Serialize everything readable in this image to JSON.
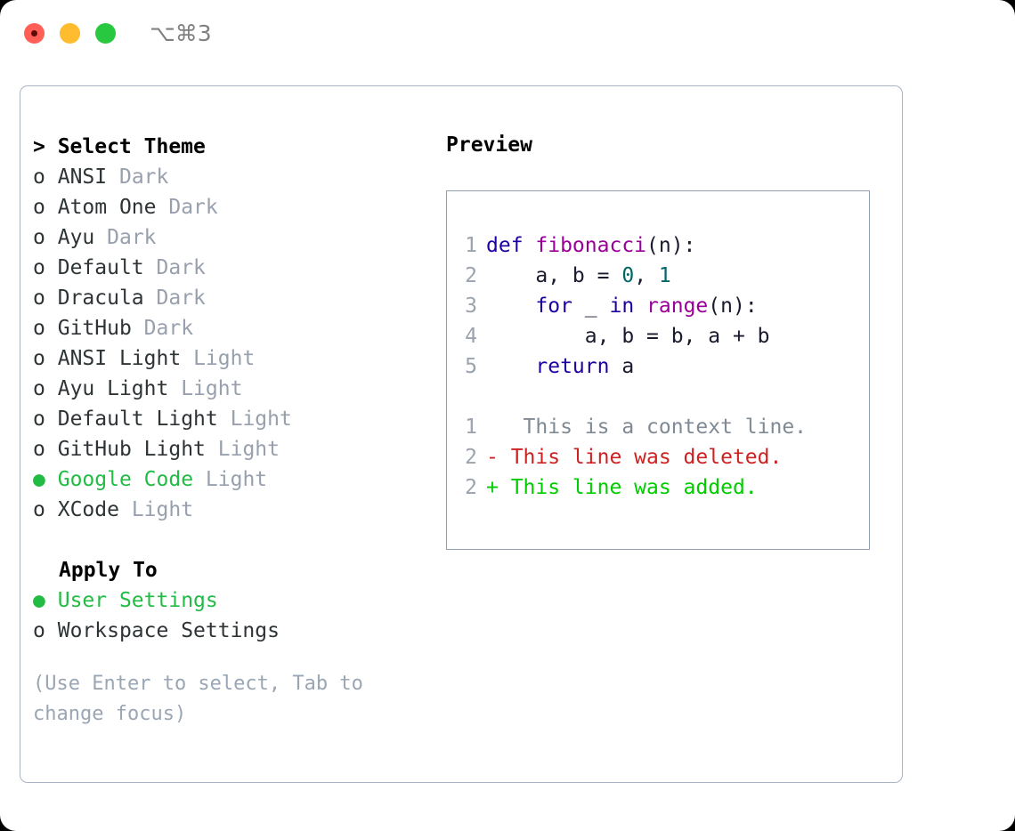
{
  "titlebar": {
    "lights": [
      {
        "name": "close-button",
        "color": "#ff5f57"
      },
      {
        "name": "minimize-button",
        "color": "#febc2e"
      },
      {
        "name": "zoom-button",
        "color": "#28c840"
      }
    ],
    "shortcut": "⌥⌘3"
  },
  "theme_picker": {
    "prompt": "> Select Theme",
    "marker_unselected": "o",
    "marker_selected": "●",
    "options": [
      {
        "label": "ANSI",
        "tag": "Dark",
        "selected": false
      },
      {
        "label": "Atom One",
        "tag": "Dark",
        "selected": false
      },
      {
        "label": "Ayu",
        "tag": "Dark",
        "selected": false
      },
      {
        "label": "Default",
        "tag": "Dark",
        "selected": false
      },
      {
        "label": "Dracula",
        "tag": "Dark",
        "selected": false
      },
      {
        "label": "GitHub",
        "tag": "Dark",
        "selected": false
      },
      {
        "label": "ANSI Light",
        "tag": "Light",
        "selected": false
      },
      {
        "label": "Ayu Light",
        "tag": "Light",
        "selected": false
      },
      {
        "label": "Default Light",
        "tag": "Light",
        "selected": false
      },
      {
        "label": "GitHub Light",
        "tag": "Light",
        "selected": false
      },
      {
        "label": "Google Code",
        "tag": "Light",
        "selected": true
      },
      {
        "label": "XCode",
        "tag": "Light",
        "selected": false
      }
    ]
  },
  "apply_to": {
    "header": "Apply To",
    "options": [
      {
        "label": "User Settings",
        "selected": true
      },
      {
        "label": "Workspace Settings",
        "selected": false
      }
    ]
  },
  "hint": "(Use Enter to select, Tab to change focus)",
  "preview": {
    "title": "Preview",
    "code_lines": [
      {
        "num": "1",
        "tokens": [
          {
            "t": "def ",
            "c": "kw"
          },
          {
            "t": "fibonacci",
            "c": "fn"
          },
          {
            "t": "(n):",
            "c": "pun"
          }
        ]
      },
      {
        "num": "2",
        "tokens": [
          {
            "t": "    a, b = ",
            "c": "pln"
          },
          {
            "t": "0",
            "c": "num"
          },
          {
            "t": ", ",
            "c": "pun"
          },
          {
            "t": "1",
            "c": "num"
          }
        ]
      },
      {
        "num": "3",
        "tokens": [
          {
            "t": "    ",
            "c": "pln"
          },
          {
            "t": "for",
            "c": "kw"
          },
          {
            "t": " _ ",
            "c": "pln"
          },
          {
            "t": "in",
            "c": "kw"
          },
          {
            "t": " ",
            "c": "pln"
          },
          {
            "t": "range",
            "c": "fn"
          },
          {
            "t": "(n):",
            "c": "pun"
          }
        ]
      },
      {
        "num": "4",
        "tokens": [
          {
            "t": "        a, b = b, a + b",
            "c": "pln"
          }
        ]
      },
      {
        "num": "5",
        "tokens": [
          {
            "t": "    ",
            "c": "pln"
          },
          {
            "t": "return",
            "c": "kw"
          },
          {
            "t": " a",
            "c": "pln"
          }
        ]
      }
    ],
    "diff_lines": [
      {
        "num": "1",
        "marker": " ",
        "text": "  This is a context line.",
        "kind": "ctx"
      },
      {
        "num": "2",
        "marker": "-",
        "text": " This line was deleted.",
        "kind": "del"
      },
      {
        "num": "2",
        "marker": "+",
        "text": " This line was added.",
        "kind": "add"
      }
    ]
  },
  "colors": {
    "selected_green": "#22bb44",
    "tag_gray": "#98a0ad",
    "hint_gray": "#9aa6b4",
    "border": "#aab4c2",
    "preview_border": "#8f9fb2",
    "kw_blue": "#2000a0",
    "fn_purple": "#990099",
    "num_teal": "#006666",
    "diff_del_red": "#cc2222",
    "diff_add_green": "#00cc00",
    "diff_ctx_gray": "#808a94"
  }
}
